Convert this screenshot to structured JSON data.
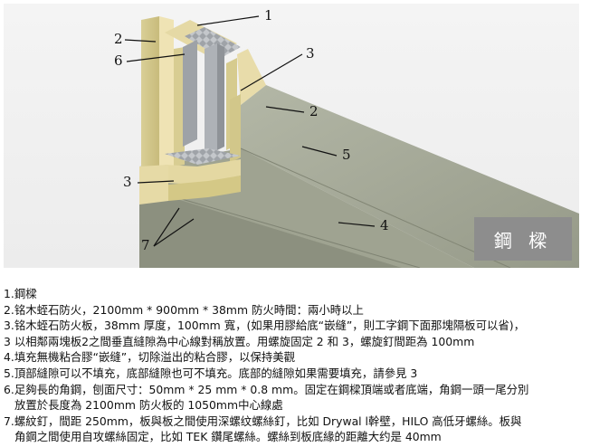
{
  "callouts": {
    "c1": "1",
    "c2a": "2",
    "c6": "6",
    "c3a": "3",
    "c2b": "2",
    "c5": "5",
    "c3b": "3",
    "c4": "4",
    "c7": "7"
  },
  "brand_label": "鋼 樑",
  "colors": {
    "board": "#cfc48a",
    "board_side": "#e9ddb0",
    "steel": "#b9bcc0",
    "wall": "#a7ab9a",
    "wall_shadow": "#8f9383"
  },
  "notes": [
    "1.鋼樑",
    "2.铭木蛭石防火，2100mm * 900mm * 38mm 防火時間：兩小時以上",
    "3.铭木蛭石防火板，38mm 厚度，100mm 寬，(如果用膠給底“嵌缝”，則工字鋼下面那塊隔板可以省)，",
    "3 以相鄰兩塊板2之間垂直縫隙為中心線對稱放置。用螺旋固定 2 和 3，螺旋釘間距為 100mm",
    "4.填充無機粘合膠“嵌缝”，切除溢出的粘合膠，以保持美觀",
    "5.頂部縫隙可以不填充，底部縫隙也可不填充。底部的縫隙如果需要填充，請參見 3",
    "6.足夠長的角鋼，刨面尺寸：50mm * 25 mm * 0.8 mm。固定在鋼樑頂端或者底端，角鋼一頭一尾分別",
    "放置於長度為 2100mm 防火板的 1050mm中心線處",
    "7.螺紋釘，間距 250mm，板與板之間使用深螺纹螺絲釘，比如 Drywal l幹壁，HILO 高低牙螺絲。板與",
    "角鋼之間使用自攻螺絲固定，比如 TEK 鑽尾螺絲。螺絲到板底緣的距離大约是 40mm"
  ]
}
